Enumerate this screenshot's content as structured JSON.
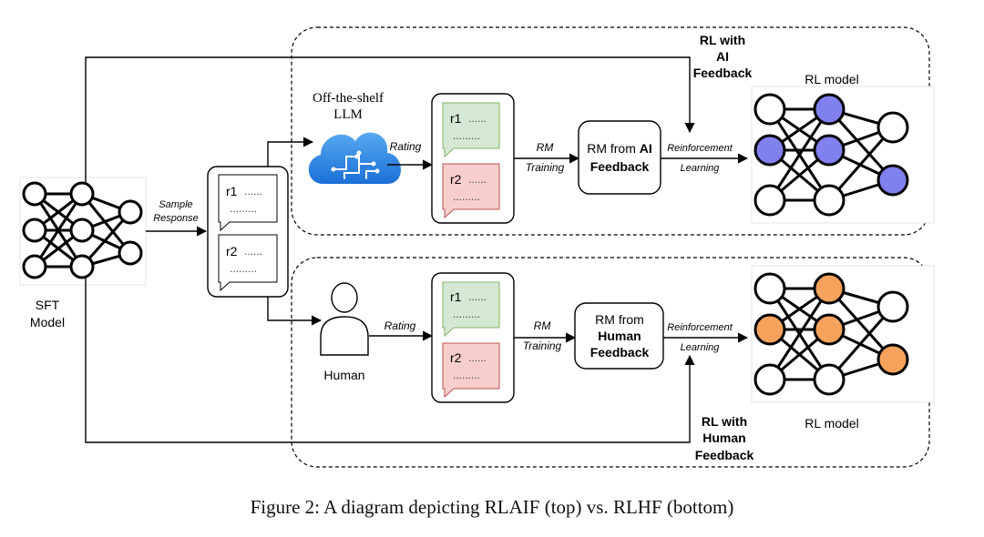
{
  "sft": {
    "line1": "SFT",
    "line2": "Model"
  },
  "sample_response": {
    "line1": "Sample",
    "line2": "Response"
  },
  "responses": {
    "r1": "r1",
    "r2": "r2",
    "dots": "......",
    "dots_long": "........."
  },
  "llm": {
    "line1": "Off-the-shelf",
    "line2": "LLM"
  },
  "human": {
    "label": "Human"
  },
  "rating": "Rating",
  "rm_training": {
    "line1": "RM",
    "line2": "Training"
  },
  "rm_ai": {
    "line1_a": "RM from ",
    "line1_b": "AI",
    "line2": "Feedback"
  },
  "rm_human": {
    "line1": "RM from",
    "line2": "Human",
    "line3": "Feedback"
  },
  "rl_learning": {
    "line1": "Reinforcement",
    "line2": "Learning"
  },
  "rlaif": {
    "line1": "RL with",
    "line2": "AI",
    "line3": "Feedback"
  },
  "rlhf": {
    "line1": "RL with",
    "line2": "Human",
    "line3": "Feedback"
  },
  "rl_model": "RL model",
  "caption": "Figure 2: A diagram depicting RLAIF (top) vs. RLHF (bottom)",
  "colors": {
    "ai_node": "#8080ee",
    "human_node": "#f5a35c",
    "green_fill": "#d5e8d4",
    "green_stroke": "#82b366",
    "red_fill": "#f8cecc",
    "red_stroke": "#b85450",
    "cloud_top": "#57a9f0",
    "cloud_bottom": "#1b6fd6"
  }
}
